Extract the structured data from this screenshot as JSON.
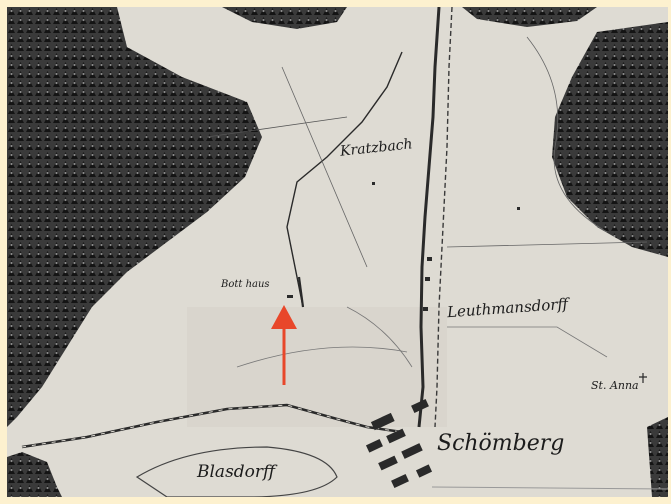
{
  "map": {
    "labels": {
      "kratzbach": "Kratzbach",
      "botthaus": "Bott haus",
      "leuthmansdorf": "Leuthmansdorff",
      "stanna": "St. Anna",
      "schomberg": "Schömberg",
      "blasdorf": "Blasdorff"
    },
    "marker_color": "#e8472a",
    "frame_color": "#fdf1cf",
    "paper_color": "#dedbd3",
    "forest_color": "#2a2a2a"
  }
}
